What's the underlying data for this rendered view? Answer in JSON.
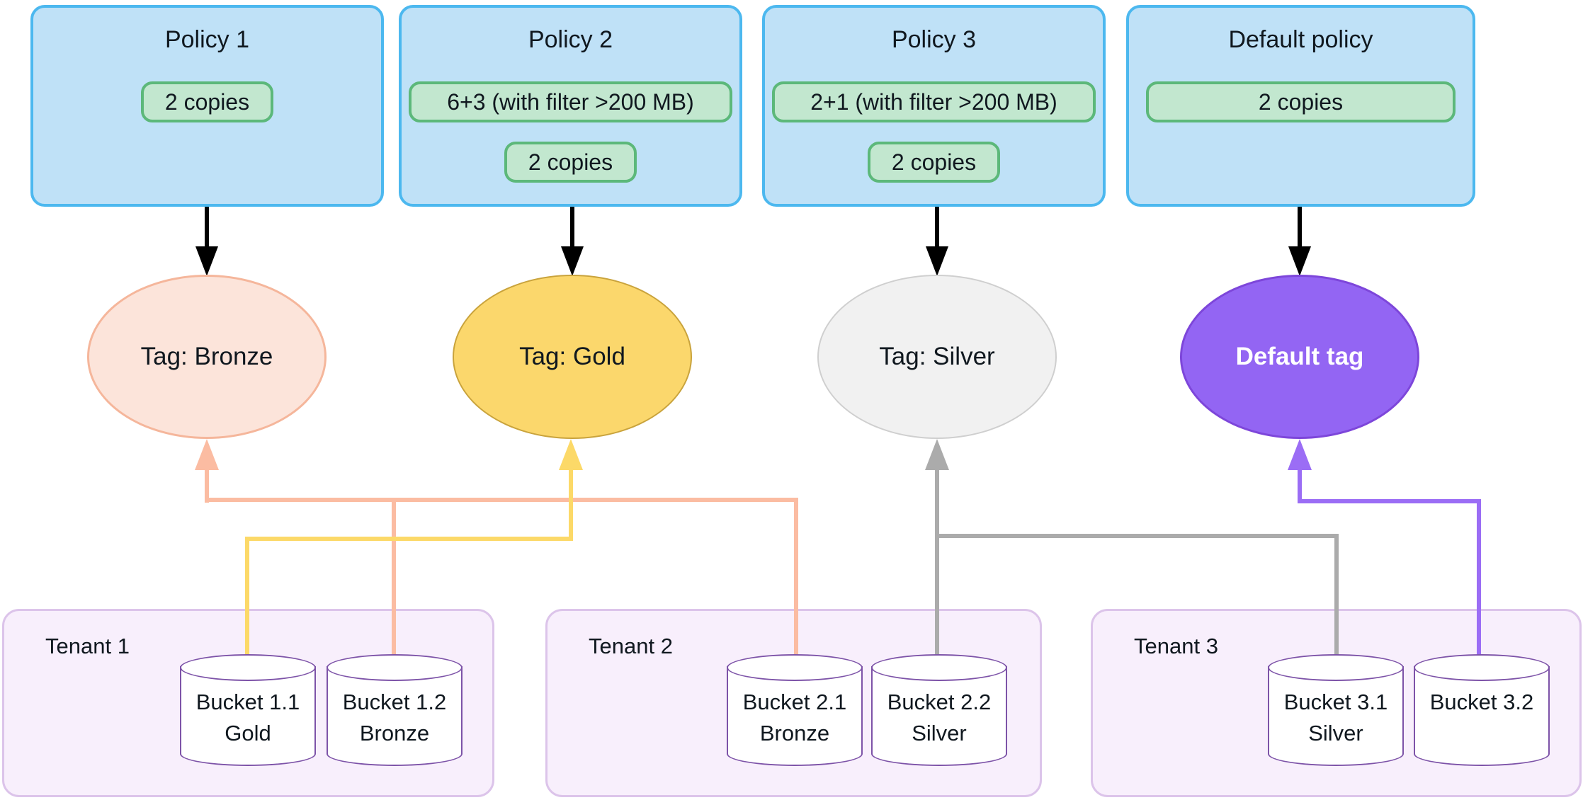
{
  "palette": {
    "policy-fill": "#bfe1f7",
    "policy-border": "#4cb8ef",
    "pill-fill": "#c2e7cf",
    "pill-border": "#5cb87a",
    "bronze-fill": "#fce4da",
    "bronze-border": "#f5b69b",
    "bronze-line": "#fbbca2",
    "gold-fill": "#fbd76c",
    "gold-border": "#c9a33c",
    "gold-line": "#fcd968",
    "silver-fill": "#f1f1f1",
    "silver-border": "#cfcfcf",
    "silver-line": "#ababab",
    "default-fill": "#9365f3",
    "default-border": "#7d46da",
    "default-line": "#9b6df5",
    "tenant-fill": "#f8effc",
    "tenant-border": "#dcc4ea",
    "bucket-border": "#7d53a8",
    "arrow-black": "#000000",
    "text": "#10181f"
  },
  "policies": [
    {
      "title": "Policy 1",
      "rules": [
        "2 copies"
      ]
    },
    {
      "title": "Policy 2",
      "rules": [
        "6+3 (with filter >200 MB)",
        "2 copies"
      ]
    },
    {
      "title": "Policy 3",
      "rules": [
        "2+1 (with filter >200 MB)",
        "2 copies"
      ]
    },
    {
      "title": "Default policy",
      "rules": [
        "2 copies"
      ]
    }
  ],
  "tags": [
    {
      "label": "Tag: Bronze",
      "color": "#fce4da"
    },
    {
      "label": "Tag: Gold",
      "color": "#fbd76c"
    },
    {
      "label": "Tag: Silver",
      "color": "#f1f1f1"
    },
    {
      "label": "Default tag",
      "color": "#9365f3"
    }
  ],
  "tenants": [
    {
      "label": "Tenant 1",
      "buckets": [
        {
          "name": "Bucket 1.1",
          "tag": "Gold"
        },
        {
          "name": "Bucket 1.2",
          "tag": "Bronze"
        }
      ]
    },
    {
      "label": "Tenant 2",
      "buckets": [
        {
          "name": "Bucket 2.1",
          "tag": "Bronze"
        },
        {
          "name": "Bucket 2.2",
          "tag": "Silver"
        }
      ]
    },
    {
      "label": "Tenant 3",
      "buckets": [
        {
          "name": "Bucket 3.1",
          "tag": "Silver"
        },
        {
          "name": "Bucket 3.2",
          "tag": ""
        }
      ]
    }
  ],
  "connections": [
    {
      "from": "Policy 1",
      "to": "Tag: Bronze",
      "style": "black-arrow"
    },
    {
      "from": "Policy 2",
      "to": "Tag: Gold",
      "style": "black-arrow"
    },
    {
      "from": "Policy 3",
      "to": "Tag: Silver",
      "style": "black-arrow"
    },
    {
      "from": "Default policy",
      "to": "Default tag",
      "style": "black-arrow"
    },
    {
      "from": "Bucket 1.1",
      "to": "Tag: Gold",
      "color": "#fcd968"
    },
    {
      "from": "Bucket 1.2",
      "to": "Tag: Bronze",
      "color": "#fbbca2"
    },
    {
      "from": "Bucket 2.1",
      "to": "Tag: Bronze",
      "color": "#fbbca2"
    },
    {
      "from": "Bucket 2.2",
      "to": "Tag: Silver",
      "color": "#ababab"
    },
    {
      "from": "Bucket 3.1",
      "to": "Tag: Silver",
      "color": "#ababab"
    },
    {
      "from": "Bucket 3.2",
      "to": "Default tag",
      "color": "#9b6df5"
    }
  ]
}
